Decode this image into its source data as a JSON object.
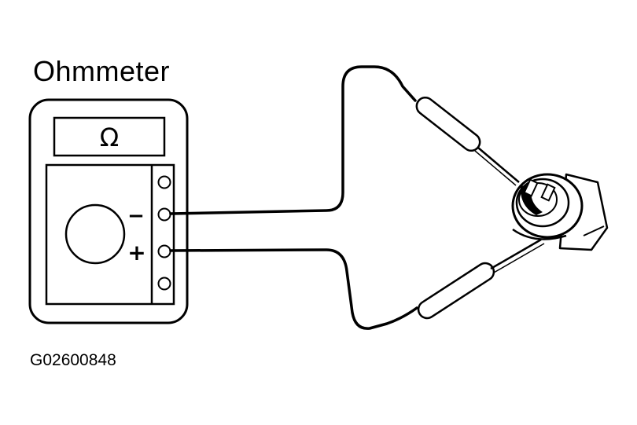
{
  "labels": {
    "meter_title": "Ohmmeter",
    "figure_id": "G02600848",
    "display_symbol": "Ω",
    "minus_symbol": "−",
    "plus_symbol": "+"
  },
  "colors": {
    "ink": "#000000",
    "paper": "#ffffff"
  },
  "icons": [
    "ohm-symbol-icon",
    "test-probe-icon",
    "sensor-connector-icon"
  ]
}
